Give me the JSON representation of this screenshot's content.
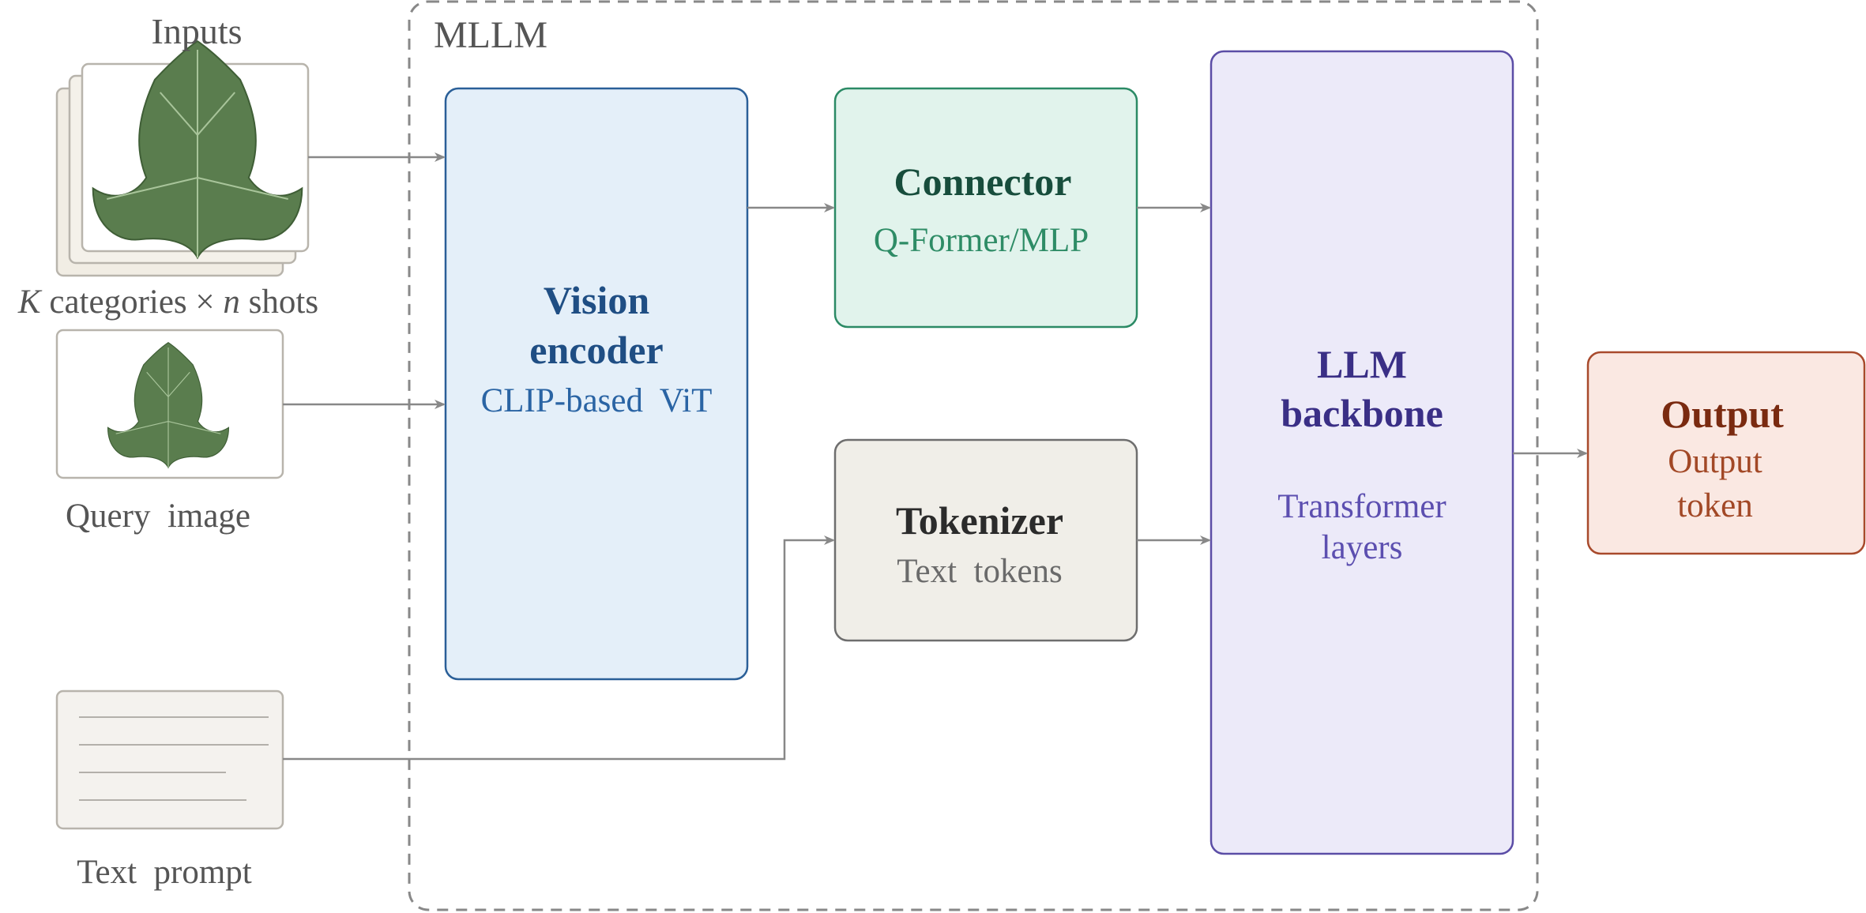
{
  "inputs": {
    "title": "Inputs",
    "support_caption_k": "K",
    "support_caption_mid": " categories × ",
    "support_caption_n": "n",
    "support_caption_end": " shots",
    "query_caption": "Query  image",
    "text_caption": "Text  prompt"
  },
  "mllm": {
    "label": "MLLM"
  },
  "vision_encoder": {
    "title_line1": "Vision",
    "title_line2": "encoder",
    "subtitle": "CLIP-based  ViT"
  },
  "connector": {
    "title": "Connector",
    "subtitle": "Q-Former/MLP"
  },
  "tokenizer": {
    "title": "Tokenizer",
    "subtitle": "Text  tokens"
  },
  "llm_backbone": {
    "title_line1": "LLM",
    "title_line2": "backbone",
    "subtitle_line1": "Transformer",
    "subtitle_line2": "layers"
  },
  "output": {
    "title": "Output",
    "subtitle_line1": "Output",
    "subtitle_line2": "token"
  },
  "colors": {
    "arrow": "#888888",
    "dashed_border": "#888888",
    "vision_fill": "#e4eff9",
    "vision_stroke": "#2a5f98",
    "vision_title": "#1f4e84",
    "vision_text": "#2a64a4",
    "connector_fill": "#e1f3ec",
    "connector_stroke": "#2b8a65",
    "connector_title": "#174d3c",
    "connector_text": "#2e8c66",
    "tokenizer_fill": "#f0eee8",
    "tokenizer_stroke": "#6e6e6e",
    "tokenizer_title": "#2b2b2b",
    "tokenizer_text": "#6a6a6a",
    "llm_fill": "#eceaf9",
    "llm_stroke": "#5b4da6",
    "llm_title": "#3a2f86",
    "llm_text": "#5c4fb0",
    "output_fill": "#fae8e2",
    "output_stroke": "#a84a2c",
    "output_title": "#7a2a10",
    "output_text": "#a24826",
    "leaf": "#5a7d4e",
    "caption": "#555555"
  },
  "icons": {
    "support_images": "leaf-image-stack-icon",
    "query_image": "leaf-image-icon",
    "text_prompt": "text-document-icon"
  }
}
